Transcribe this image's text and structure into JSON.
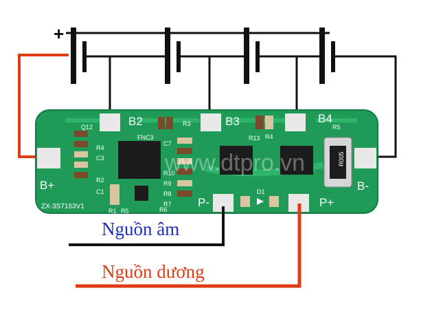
{
  "diagram": {
    "plus_sign": "+",
    "board": {
      "model": "ZX-3S7163V1",
      "watermark": "www.dtpro.vn",
      "pad_labels": {
        "b_plus": "B+",
        "b2": "B2",
        "b3": "B3",
        "b4": "B4",
        "b_minus": "B-",
        "p_minus": "P-",
        "p_plus": "P+"
      },
      "component_labels": [
        "Q12",
        "R4",
        "C3",
        "R2",
        "C1",
        "R1",
        "R5",
        "R6",
        "R3",
        "C7",
        "R10",
        "R9",
        "R8",
        "R7",
        "R13",
        "R4",
        "R5",
        "D1",
        "FNC3",
        "R005"
      ]
    },
    "captions": {
      "negative": "Nguồn âm",
      "positive": "Nguồn dương"
    },
    "colors": {
      "pcb": "#1f9a57",
      "negative_wire": "#111111",
      "positive_wire": "#e03c14",
      "caption_negative": "#1e2fbf",
      "caption_positive": "#e03c14",
      "pad": "#e8e8e8"
    }
  }
}
